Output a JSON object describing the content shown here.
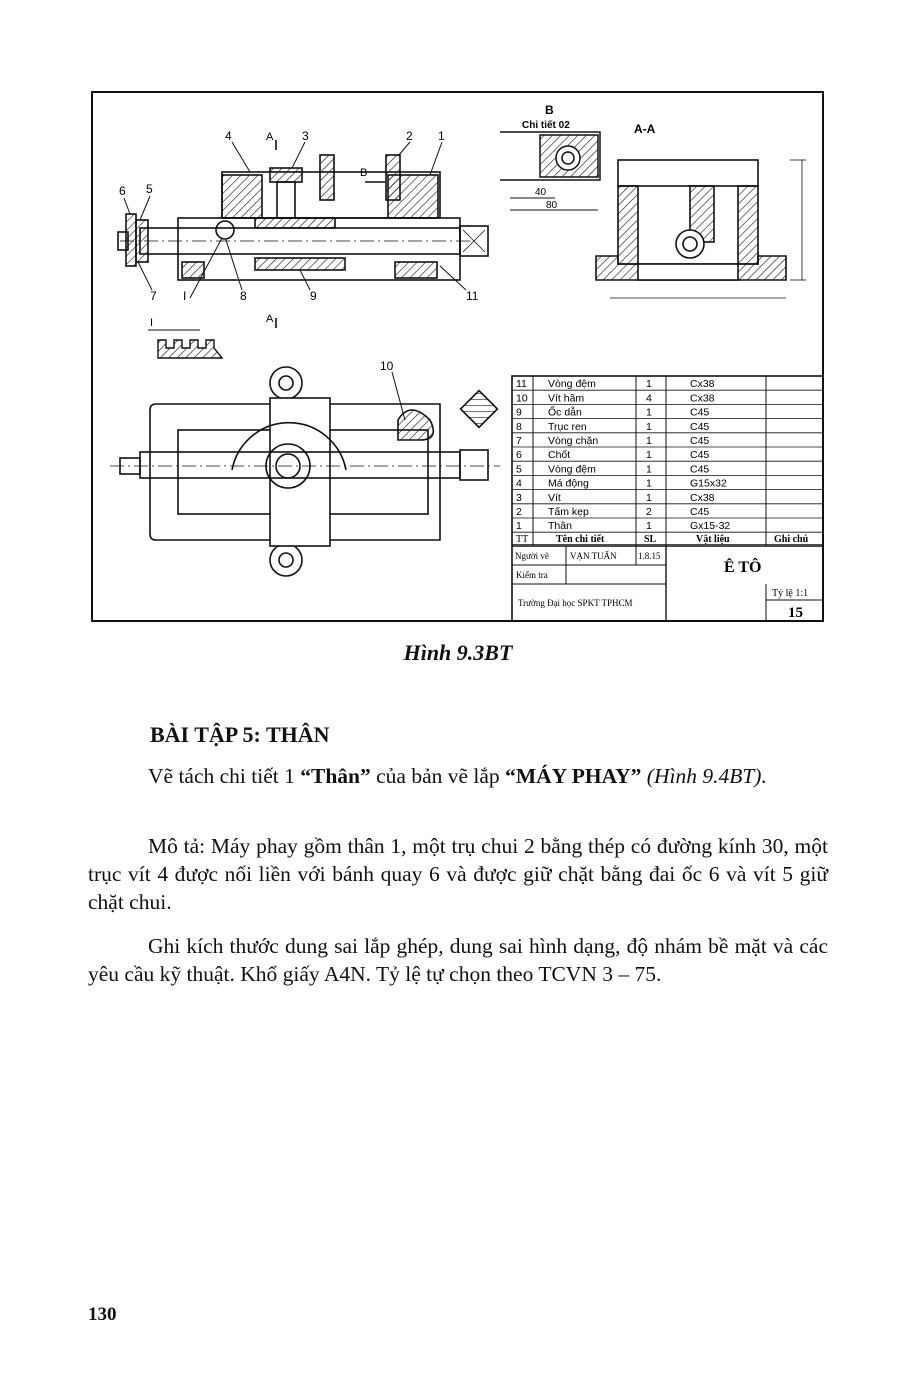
{
  "drawing": {
    "labels": {
      "n1": "1",
      "n2": "2",
      "n3": "3",
      "n4": "4",
      "n5": "5",
      "n6": "6",
      "n7": "7",
      "n8": "8",
      "n9": "9",
      "n10": "10",
      "n11": "11",
      "nI": "I",
      "section_A_top": "A",
      "section_A_bottom": "A",
      "section_B": "B",
      "view_B": "B",
      "detail_title": "Chi tiết 02",
      "dim_40": "40",
      "dim_80": "80",
      "section_AA": "A-A",
      "detail_I": "I"
    },
    "parts_table": {
      "rows": [
        {
          "no": "11",
          "name": "Vòng đệm",
          "qty": "1",
          "mat": "Cx38"
        },
        {
          "no": "10",
          "name": "Vít hãm",
          "qty": "4",
          "mat": "Cx38"
        },
        {
          "no": "9",
          "name": "Ốc dẫn",
          "qty": "1",
          "mat": "C45"
        },
        {
          "no": "8",
          "name": "Trục ren",
          "qty": "1",
          "mat": "C45"
        },
        {
          "no": "7",
          "name": "Vòng chặn",
          "qty": "1",
          "mat": "C45"
        },
        {
          "no": "6",
          "name": "Chốt",
          "qty": "1",
          "mat": "C45"
        },
        {
          "no": "5",
          "name": "Vòng đệm",
          "qty": "1",
          "mat": "C45"
        },
        {
          "no": "4",
          "name": "Má động",
          "qty": "1",
          "mat": "G15x32"
        },
        {
          "no": "3",
          "name": "Vít",
          "qty": "1",
          "mat": "Cx38"
        },
        {
          "no": "2",
          "name": "Tấm kẹp",
          "qty": "2",
          "mat": "C45"
        },
        {
          "no": "1",
          "name": "Thân",
          "qty": "1",
          "mat": "Gx15-32"
        }
      ],
      "header": {
        "no": "TT",
        "name": "Tên chi tiết",
        "qty": "SL",
        "mat": "Vật liệu",
        "note": "Ghi chú"
      }
    },
    "title_block": {
      "drawn_by_label": "Người vẽ",
      "drawn_by": "VẠN TUẤN",
      "date": "1.8.15",
      "checked_label": "Kiểm tra",
      "title": "Ê TÔ",
      "school": "Trường Đại học SPKT TPHCM",
      "scale": "Tỷ lệ 1:1",
      "number": "15"
    }
  },
  "caption": "Hình 9.3BT",
  "heading": "BÀI TẬP 5: THÂN",
  "paragraphs": {
    "p1_a": "Vẽ tách chi tiết 1 ",
    "p1_b": "“Thân”",
    "p1_c": " của bản vẽ lắp ",
    "p1_d": "“MÁY PHAY”",
    "p1_e": " (Hình 9.4BT).",
    "p2": "Mô tả: Máy phay gồm thân 1, một trụ chui 2 bằng thép có đường kính 30, một trục vít 4 được nối liền với bánh quay 6 và được giữ chặt bằng đai ốc 6 và vít 5 giữ chặt chui.",
    "p3": "Ghi kích thước dung sai lắp ghép, dung sai hình dạng, độ nhám bề mặt và các yêu cầu kỹ thuật. Khổ giấy A4N. Tỷ lệ tự chọn theo TCVN 3 – 75."
  },
  "page_number": "130"
}
